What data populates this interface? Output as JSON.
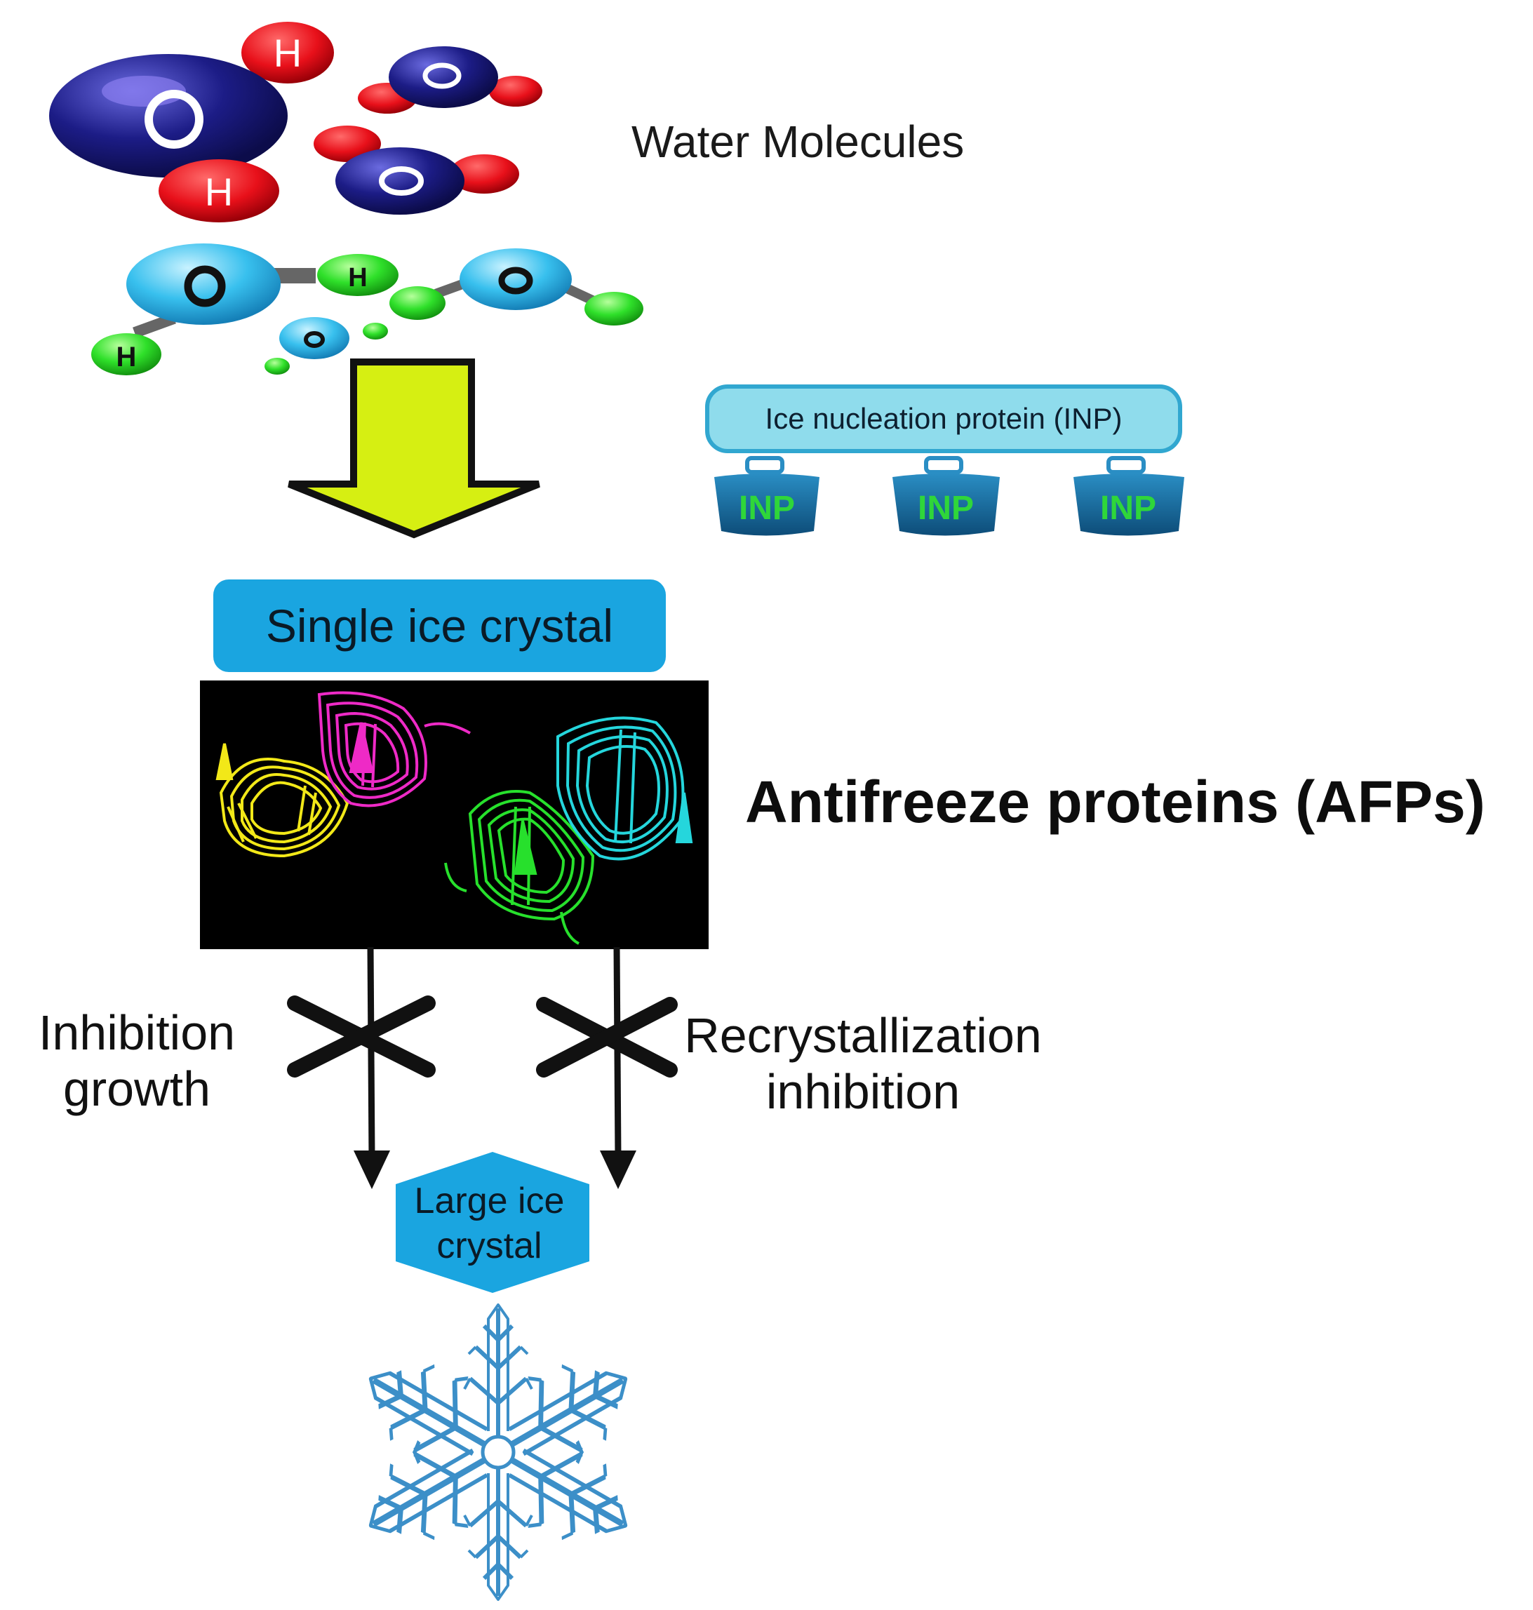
{
  "labels": {
    "water_molecules": "Water Molecules",
    "inp_header": "Ice nucleation protein (INP)",
    "inp_unit": "INP",
    "single_crystal": "Single ice crystal",
    "afps": "Antifreeze proteins (AFPs)",
    "inhibition_growth_line1": "Inhibition",
    "inhibition_growth_line2": "growth",
    "recryst_line1": "Recrystallization",
    "recryst_line2": "inhibition",
    "large_crystal_line1": "Large ice",
    "large_crystal_line2": "crystal",
    "oxygen_symbol": "O",
    "hydrogen_symbol": "H"
  },
  "colors": {
    "water_oxygen_dark": "#1c1c86",
    "water_hydrogen_red": "#e8101a",
    "water_oxygen_light": "#38c0ee",
    "water_hydrogen_green": "#2fe02a",
    "flow_arrow": "#d6ef12",
    "inp_blue": "#1a6fa0",
    "inp_text": "#2fd63a",
    "afp_yellow": "#f2e818",
    "afp_magenta": "#ee2ac6",
    "afp_green": "#27e02c",
    "afp_cyan": "#25d6dc",
    "box_blue": "#1aa5e0",
    "snowflake_blue": "#3c8fc8"
  },
  "icons": [
    "water-molecule-icon",
    "down-arrow-icon",
    "inp-unit-icon",
    "protein-ribbon-icon",
    "block-cross-icon",
    "snowflake-icon"
  ]
}
